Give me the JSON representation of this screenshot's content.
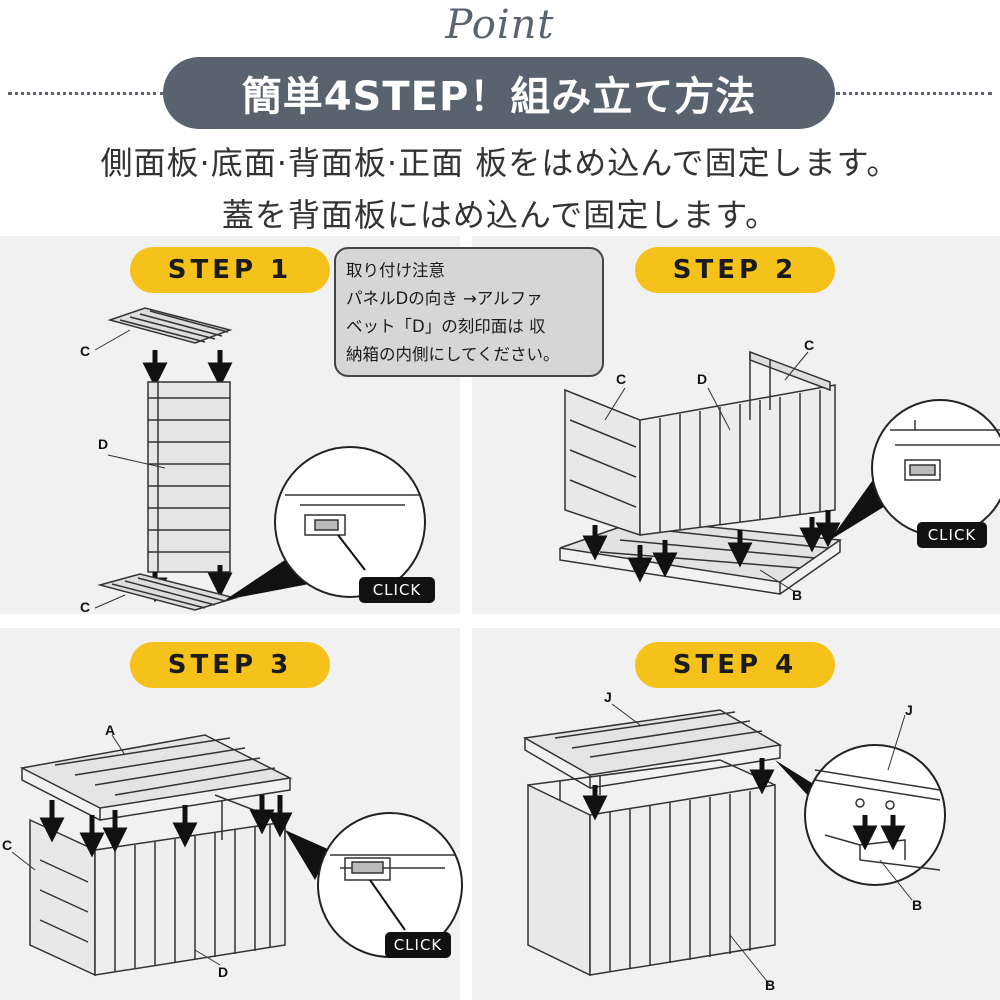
{
  "header": {
    "script_word": "Point",
    "title": "簡単4STEP！組み立て方法",
    "line1": "側面板·底面·背面板·正面 板をはめ込んで固定します。",
    "line2": "蓋を背面板にはめ込んで固定します。"
  },
  "note": {
    "lines": [
      "取り付け注意",
      "パネルDの向き →アルファ",
      "ベット「D」の刻印面は 収",
      "納箱の内側にしてください。"
    ]
  },
  "steps": [
    {
      "label": "STEP 1",
      "parts": [
        "C",
        "D",
        "C"
      ],
      "badge": "CLICK"
    },
    {
      "label": "STEP 2",
      "parts": [
        "C",
        "D",
        "C",
        "B"
      ],
      "badge": "CLICK"
    },
    {
      "label": "STEP 3",
      "parts": [
        "A",
        "C",
        "D"
      ],
      "badge": "CLICK"
    },
    {
      "label": "STEP 4",
      "parts": [
        "J",
        "J",
        "B",
        "B"
      ]
    }
  ],
  "colors": {
    "title_bg": "#59636f",
    "step_pill": "#f5c21b",
    "panel_bg": "#f1f1f1",
    "note_bg": "#d6d6d6",
    "badge_bg": "#111111"
  }
}
